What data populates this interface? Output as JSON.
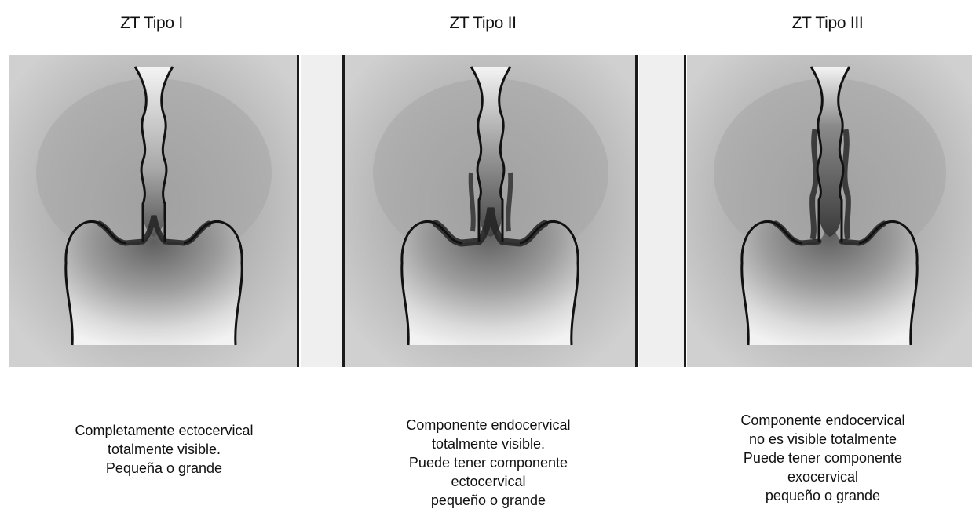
{
  "zones": [
    {
      "title": "ZT Tipo I",
      "caption_lines": [
        "Completamente ectocervical",
        "totalmente visible.",
        "Pequeña o grande"
      ]
    },
    {
      "title": "ZT Tipo II",
      "caption_lines": [
        "Componente endocervical",
        "totalmente visible.",
        "Puede tener componente",
        "ectocervical",
        "pequeño  o grande"
      ]
    },
    {
      "title": "ZT Tipo III",
      "caption_lines": [
        "Componente endocervical",
        "no es visible totalmente",
        "Puede tener componente",
        "exocervical",
        "pequeño o grande"
      ]
    }
  ],
  "colors": {
    "panel_background": "#c9c9c9",
    "gap_strip": "#efefef",
    "outline": "#111111"
  }
}
